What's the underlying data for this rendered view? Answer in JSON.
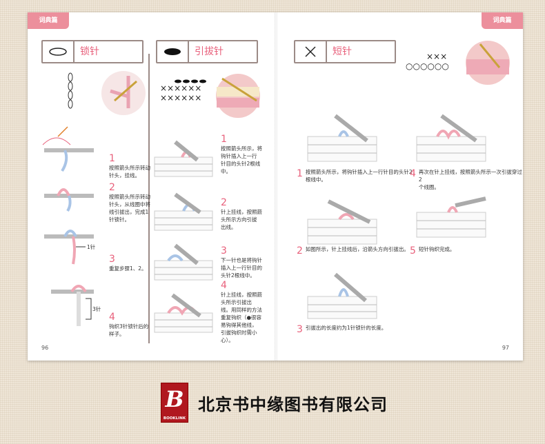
{
  "header": {
    "tab_left": "词典篇",
    "tab_right": "词典篇"
  },
  "sections": {
    "chain": {
      "title": "锁针",
      "symbol_icon": "oval-outline"
    },
    "slip": {
      "title": "引拔针",
      "symbol_icon": "oval-filled"
    },
    "single": {
      "title": "短针",
      "symbol_icon": "x-mark"
    }
  },
  "chain_steps": [
    {
      "num": "1",
      "desc": [
        "按照箭头所示转动",
        "针头，挂线。"
      ]
    },
    {
      "num": "2",
      "desc": [
        "按照箭头所示转动",
        "针头，从线圈中将",
        "线引拔出，完成1",
        "针锁针。"
      ]
    },
    {
      "num": "3",
      "desc": [
        "重复步骤1、2。"
      ]
    },
    {
      "num": "4",
      "desc": [
        "钩织3针锁针后的",
        "样子。"
      ]
    }
  ],
  "chain_labels": {
    "one": "1针",
    "three": "3针"
  },
  "slip_steps": [
    {
      "num": "1",
      "desc": [
        "按照箭头所示，将",
        "钩针插入上一行",
        "针目的头针2根线",
        "中。"
      ]
    },
    {
      "num": "2",
      "desc": [
        "针上挂线，按照箭",
        "头所示方向引拔",
        "出线。"
      ]
    },
    {
      "num": "3",
      "desc": [
        "下一针也是将钩针",
        "插入上一行针目的",
        "头针2根线中。"
      ]
    },
    {
      "num": "4",
      "desc": [
        "针上挂线，按照箭",
        "头所示引拔出",
        "线。用同样的方法",
        "重复钩织（●很容",
        "易钩得其他线，",
        "引拔钩织时需小",
        "心）。"
      ]
    }
  ],
  "single_steps": [
    {
      "num": "1",
      "desc": [
        "按照箭头所示，将钩针插入上一行针目的头针2",
        "根线中。"
      ]
    },
    {
      "num": "2",
      "desc": [
        "如图所示，针上挂线后，沿箭头方向引拔出。"
      ]
    },
    {
      "num": "3",
      "desc": [
        "引拔出的长度约为1针锁针的长度。"
      ]
    },
    {
      "num": "4",
      "desc": [
        "再次在针上挂线，按照箭头所示一次引拔穿过2",
        "个线圈。"
      ]
    },
    {
      "num": "5",
      "desc": [
        "短针钩织完成。"
      ]
    }
  ],
  "page_numbers": {
    "left": "96",
    "right": "97"
  },
  "brand": {
    "logo_letter": "B",
    "logo_sub": "BOOKLINK",
    "company": "北京书中缘图书有限公司"
  },
  "colors": {
    "accent": "#e8607b",
    "tab": "#ec8f9c",
    "yarn_pink": "#f0a6b4",
    "yarn_blue": "#a9c4e6",
    "logo_red": "#b0181f"
  }
}
